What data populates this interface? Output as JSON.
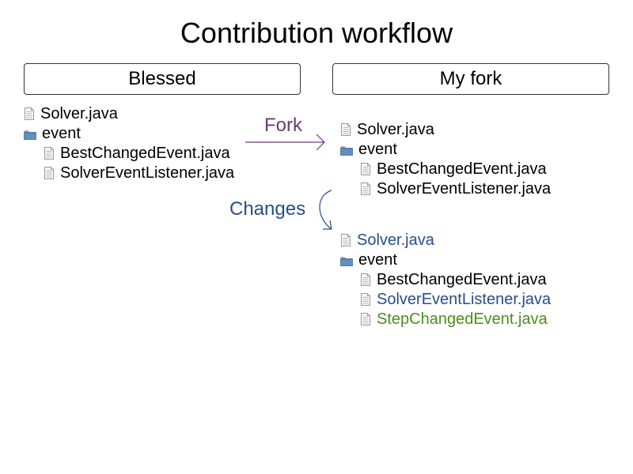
{
  "title": "Contribution workflow",
  "colors": {
    "text": "#000000",
    "fork": "#6a3a78",
    "modified": "#2a4d8a",
    "added": "#4a8f1a",
    "folder": "#5f8fc6",
    "box_border": "#333333"
  },
  "blessed": {
    "heading": "Blessed",
    "tree": [
      {
        "label": "Solver.java",
        "icon": "file-icon",
        "indent": false,
        "status": "normal"
      },
      {
        "label": "event",
        "icon": "folder-icon",
        "indent": false,
        "status": "normal"
      },
      {
        "label": "BestChangedEvent.java",
        "icon": "file-icon",
        "indent": true,
        "status": "normal"
      },
      {
        "label": "SolverEventListener.java",
        "icon": "file-icon",
        "indent": true,
        "status": "normal"
      }
    ]
  },
  "fork": {
    "heading": "My fork",
    "tree_before": [
      {
        "label": "Solver.java",
        "icon": "file-icon",
        "indent": false,
        "status": "normal"
      },
      {
        "label": "event",
        "icon": "folder-icon",
        "indent": false,
        "status": "normal"
      },
      {
        "label": "BestChangedEvent.java",
        "icon": "file-icon",
        "indent": true,
        "status": "normal"
      },
      {
        "label": "SolverEventListener.java",
        "icon": "file-icon",
        "indent": true,
        "status": "normal"
      }
    ],
    "tree_after": [
      {
        "label": "Solver.java",
        "icon": "file-icon",
        "indent": false,
        "status": "modified"
      },
      {
        "label": "event",
        "icon": "folder-icon",
        "indent": false,
        "status": "normal"
      },
      {
        "label": "BestChangedEvent.java",
        "icon": "file-icon",
        "indent": true,
        "status": "normal"
      },
      {
        "label": "SolverEventListener.java",
        "icon": "file-icon",
        "indent": true,
        "status": "modified"
      },
      {
        "label": "StepChangedEvent.java",
        "icon": "file-icon",
        "indent": true,
        "status": "added"
      }
    ]
  },
  "arrows": {
    "fork_label": "Fork",
    "changes_label": "Changes"
  }
}
